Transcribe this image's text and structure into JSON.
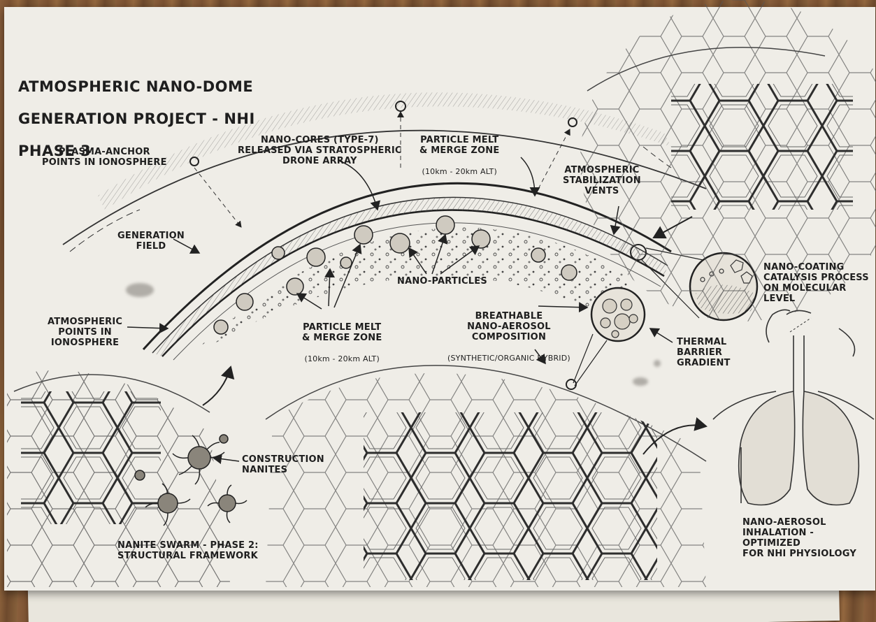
{
  "title": {
    "line1": "ATMOSPHERIC NANO-DOME",
    "line2": "GENERATION PROJECT - NHI",
    "line3": "PHASE 3"
  },
  "labels": {
    "plasma_anchor": "PLASMA-ANCHOR\nPOINTS IN IONOSPHERE",
    "nano_cores": "NANO-CORES (TYPE-7)\nRELEASED VIA STRATOSPHERIC\nDRONE ARRAY",
    "melt_top": "PARTICLE MELT\n& MERGE ZONE",
    "melt_top_alt": "(10km - 20km ALT)",
    "stabilization_vents": "ATMOSPHERIC\nSTABILIZATION\nVENTS",
    "generation_field": "GENERATION\nFIELD",
    "nano_particles": "NANO-PARTICLES",
    "atmospheric_points": "ATMOSPHERIC\nPOINTS IN\nIONOSPHERE",
    "melt_mid": "PARTICLE MELT\n& MERGE ZONE",
    "melt_mid_alt": "(10km - 20km ALT)",
    "breathable": "BREATHABLE\nNANO-AEROSOL\nCOMPOSITION",
    "breathable_sub": "(SYNTHETIC/ORGANIC HYBRID)",
    "nano_coating": "NANO-COATING\nCATALYSIS PROCESS\nON MOLECULAR\nLEVEL",
    "thermal_barrier": "THERMAL\nBARRIER\nGRADIENT",
    "construction_nanites": "CONSTRUCTION\nNANITES",
    "nanite_swarm": "NANITE SWARM - PHASE 2:\nSTRUCTURAL FRAMEWORK",
    "inhalation": "NANO-AEROSOL\nINHALATION - OPTIMIZED\nFOR NHI PHYSIOLOGY"
  },
  "colors": {
    "ink": "#2a2a2a",
    "paper": "#efede7",
    "wood": "#7b5232"
  }
}
